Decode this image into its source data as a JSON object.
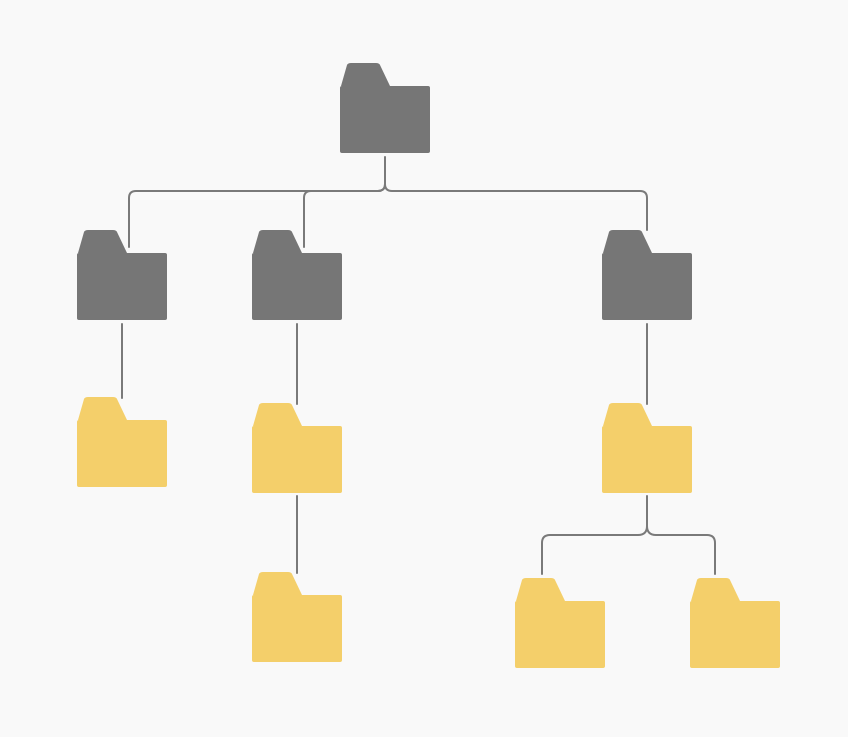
{
  "colors": {
    "background": "#f9f9f9",
    "parent_folder": "#767676",
    "leaf_folder": "#f4cf6a",
    "connector": "#7a7a7a"
  },
  "tree": {
    "id": "root",
    "kind": "parent",
    "icon": "folder-icon",
    "children": [
      {
        "id": "branch-1",
        "kind": "parent",
        "icon": "folder-icon",
        "children": [
          {
            "id": "leaf-1-1",
            "kind": "leaf",
            "icon": "folder-icon",
            "children": []
          }
        ]
      },
      {
        "id": "branch-2",
        "kind": "parent",
        "icon": "folder-icon",
        "children": [
          {
            "id": "leaf-2-1",
            "kind": "leaf",
            "icon": "folder-icon",
            "children": [
              {
                "id": "leaf-2-1-1",
                "kind": "leaf",
                "icon": "folder-icon",
                "children": []
              }
            ]
          }
        ]
      },
      {
        "id": "branch-3",
        "kind": "parent",
        "icon": "folder-icon",
        "children": [
          {
            "id": "leaf-3-1",
            "kind": "leaf",
            "icon": "folder-icon",
            "children": [
              {
                "id": "leaf-3-1-1",
                "kind": "leaf",
                "icon": "folder-icon",
                "children": []
              },
              {
                "id": "leaf-3-1-2",
                "kind": "leaf",
                "icon": "folder-icon",
                "children": []
              }
            ]
          }
        ]
      }
    ]
  }
}
